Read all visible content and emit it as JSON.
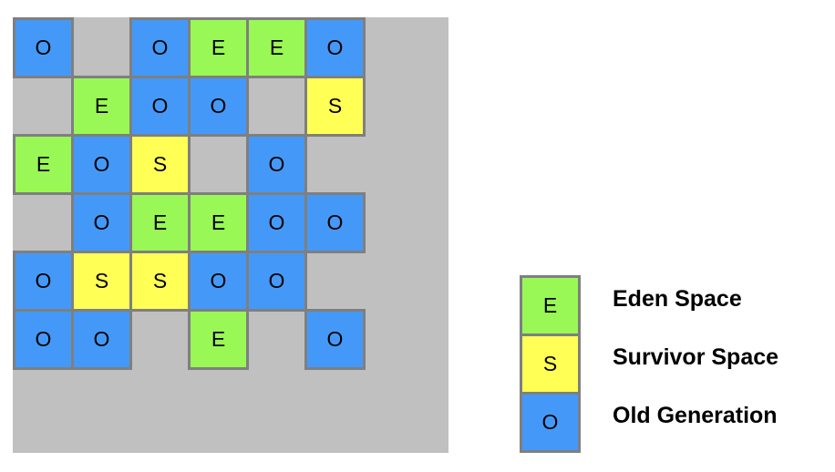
{
  "title": "Heap region layout",
  "region_types": {
    "E": {
      "letter": "E",
      "label": "Eden Space",
      "color": "#99f855"
    },
    "S": {
      "letter": "S",
      "label": "Survivor Space",
      "color": "#ffff55"
    },
    "O": {
      "letter": "O",
      "label": "Old Generation",
      "color": "#4499f8"
    }
  },
  "grid": [
    [
      "O",
      "",
      "O",
      "E",
      "E",
      "O"
    ],
    [
      "",
      "E",
      "O",
      "O",
      "",
      "S"
    ],
    [
      "E",
      "O",
      "S",
      "",
      "O",
      ""
    ],
    [
      "",
      "O",
      "E",
      "E",
      "O",
      "O"
    ],
    [
      "O",
      "S",
      "S",
      "O",
      "O",
      ""
    ],
    [
      "O",
      "O",
      "",
      "E",
      "",
      "O"
    ]
  ],
  "legend": [
    {
      "letter": "E",
      "label": "Eden Space"
    },
    {
      "letter": "S",
      "label": "Survivor Space"
    },
    {
      "letter": "O",
      "label": "Old Generation"
    }
  ]
}
